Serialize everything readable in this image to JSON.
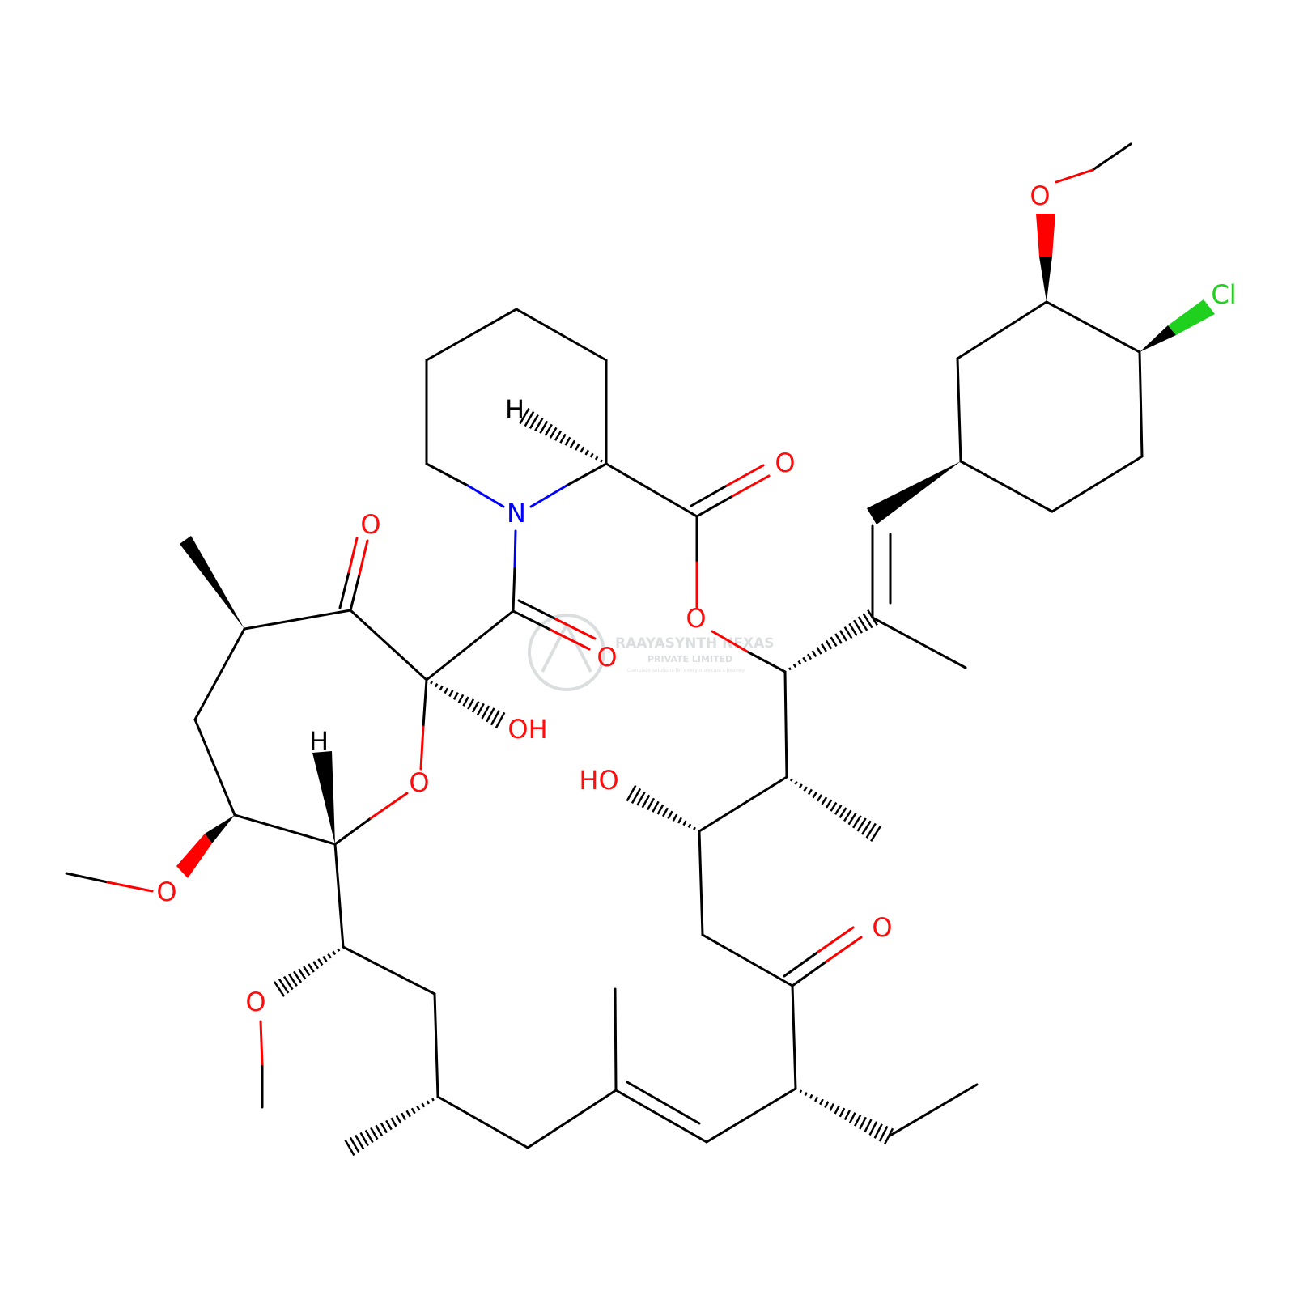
{
  "atoms": {
    "o_top": "O",
    "cl": "Cl",
    "h_pip": "H",
    "o_ester_carbonyl": "O",
    "n_pip": "N",
    "o_ketone_left": "O",
    "o_ester": "O",
    "o_amide": "O",
    "oh_hemiketal": "OH",
    "h_ring": "H",
    "o_ring": "O",
    "ho_right": "HO",
    "o_methoxy_left": "O",
    "o_ketone_right": "O",
    "o_methoxy_bottom": "O"
  },
  "watermark": {
    "name": "RAAYASYNTH NEXAS",
    "sub": "PRIVATE LIMITED",
    "tagline": "Complete solutions for every molecule's journey"
  },
  "colors": {
    "bond": "#000000",
    "oxygen": "#ff0d0d",
    "nitrogen": "#0000ff",
    "chlorine": "#1fd01f",
    "watermark": "#9aa3a6"
  }
}
